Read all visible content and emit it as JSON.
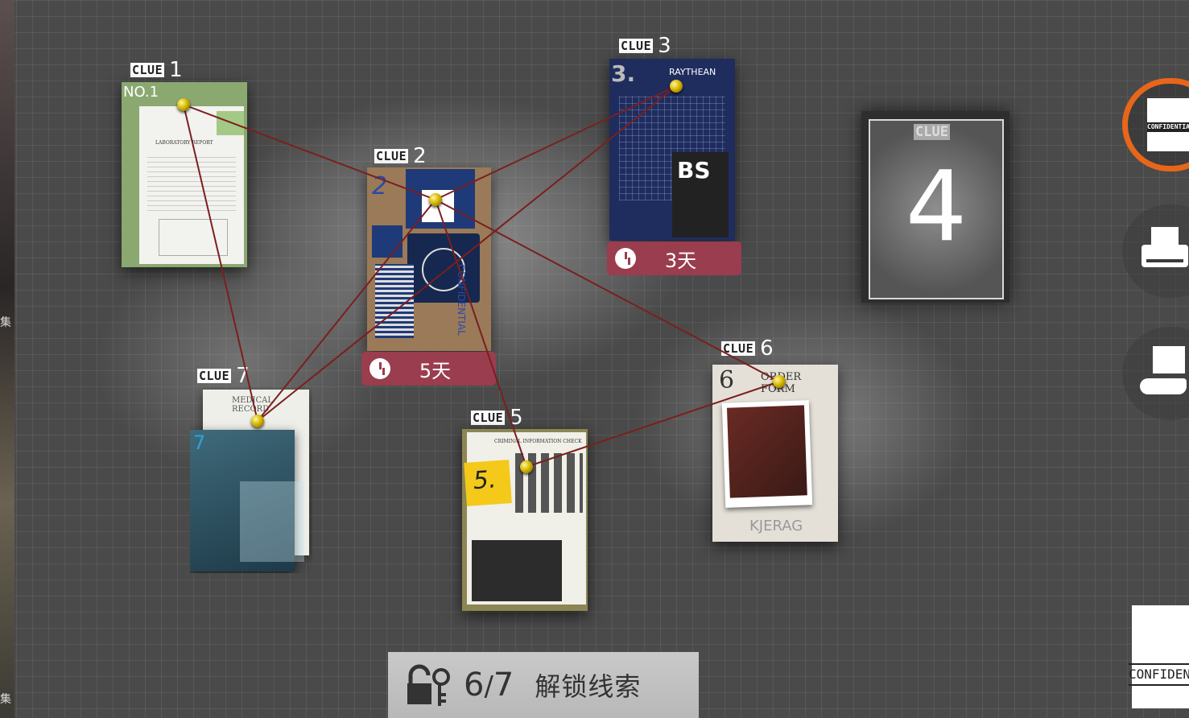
{
  "clues": [
    {
      "id": "clue-1",
      "tag": "CLUE",
      "number": "1",
      "doc_mark": "NO.1",
      "doc_title": "LABORATORY REPORT"
    },
    {
      "id": "clue-2",
      "tag": "CLUE",
      "number": "2",
      "doc_mark": "2",
      "stamp": "CONFIDENTIAL",
      "timer": "5天"
    },
    {
      "id": "clue-3",
      "tag": "CLUE",
      "number": "3",
      "doc_mark": "3.",
      "brand": "RAYTHEAN",
      "logo": "BS",
      "timer": "3天"
    },
    {
      "id": "clue-4",
      "tag": "CLUE",
      "number": "4"
    },
    {
      "id": "clue-5",
      "tag": "CLUE",
      "number": "5",
      "doc_mark": "5.",
      "doc_title": "CRIMINAL INFORMATION CHECK"
    },
    {
      "id": "clue-6",
      "tag": "CLUE",
      "number": "6",
      "doc_mark": "6",
      "doc_title": "ORDER FORM",
      "logo": "KJERAG"
    },
    {
      "id": "clue-7",
      "tag": "CLUE",
      "number": "7",
      "doc_mark": "7",
      "doc_title": "MEDICAL RECORD"
    }
  ],
  "side_menu": {
    "confidential_label": "CONFIDENTIAL",
    "bottom_label": "CONFIDENT"
  },
  "left_strip": {
    "chars": [
      "集",
      "集"
    ]
  },
  "progress": {
    "unlocked": "6",
    "total": "7",
    "label": "解锁线索"
  },
  "icons": [
    "confidential-folder-icon",
    "printer-icon",
    "hand-receive-document-icon",
    "clock-icon",
    "lock-key-icon",
    "push-pin-icon"
  ],
  "colors": {
    "timer": "#9a3d4f",
    "active_ring": "#e8661a",
    "thread": "#7a1f1f",
    "pin": "#d8b800"
  }
}
